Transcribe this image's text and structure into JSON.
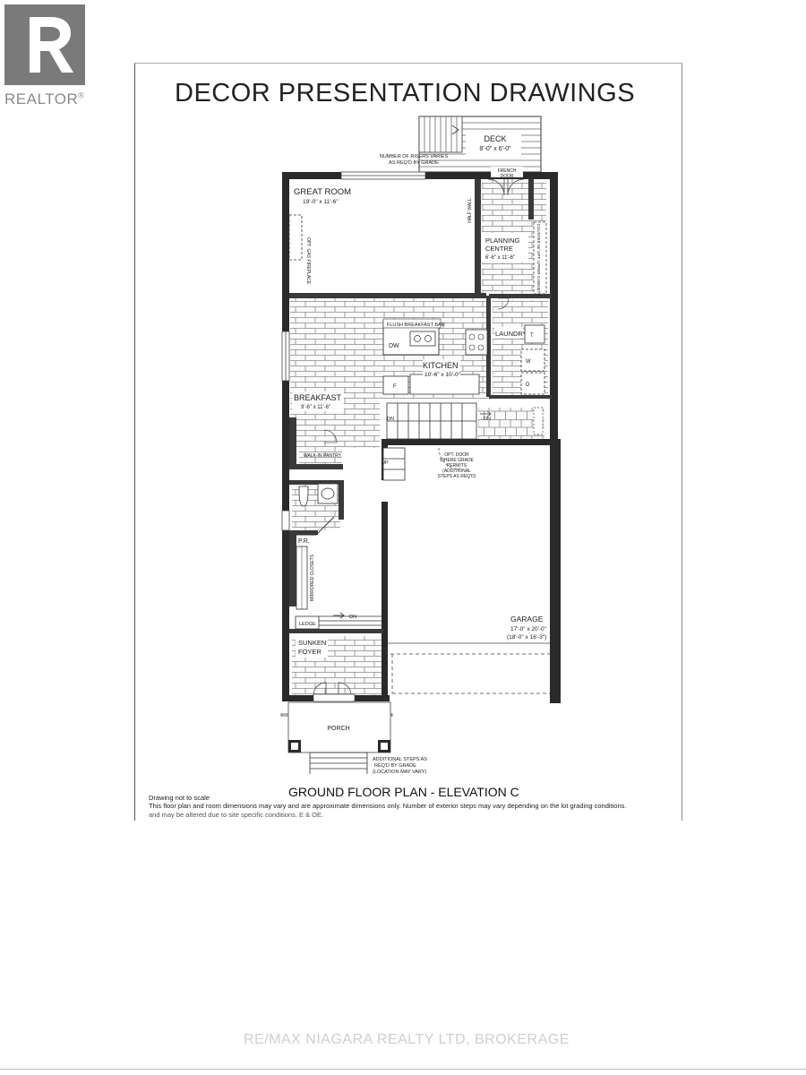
{
  "brand": {
    "logo_text": "REALTOR",
    "trademark": "®"
  },
  "drawing": {
    "title": "DECOR PRESENTATION DRAWINGS",
    "plan_title": "GROUND FLOOR PLAN - ELEVATION C",
    "scale_note": "Drawing not to scale",
    "disclaimer": "This floor plan and room dimensions may vary and are approximate dimensions only.  Number of exterior steps may vary depending on the lot grading conditions.",
    "disclaimer_2": "and may be altered due to site specific conditions. E & OE."
  },
  "rooms": {
    "deck": {
      "name": "DECK",
      "dims": "8'-0\" x 6'-0\""
    },
    "risers_note_1": "NUMBER OF RISERS VARIES",
    "risers_note_2": "AS REQ'D BY GRADE",
    "french_door": "FRENCH",
    "french_door_2": "DOOR",
    "great_room": {
      "name": "GREAT ROOM",
      "dims": "19'-0\" x 11'-6\""
    },
    "fireplace": "OPT. GAS FIREPLACE",
    "half_wall": "HALF WALL",
    "planning_centre": {
      "name": "PLANNING",
      "name_2": "CENTRE",
      "dims": "6'-6\" x 11'-6\""
    },
    "upper_cabinets": "COUNTER W/ OPT. UPPER CABINETS",
    "breakfast_bar": "FLUSH BREAKFAST BAR",
    "dw": "DW",
    "kitchen": {
      "name": "KITCHEN",
      "dims": "10'-6\" x 10'-0\""
    },
    "fridge": "F",
    "laundry": {
      "name": "LAUNDRY",
      "t": "T",
      "w": "W",
      "d": "D"
    },
    "breakfast": {
      "name": "BREAKFAST",
      "dims": "9'-6\" x 11'-6\""
    },
    "dn_1": "DN",
    "dn_2": "DN",
    "dn_3": "DN",
    "up": "UP",
    "walkin_pantry": "WALK-IN PANTRY",
    "opt_door_1": "OPT. DOOR",
    "opt_door_2": "WHERE GRADE",
    "opt_door_3": "PERMITS",
    "opt_door_4": "(ADDITIONAL",
    "opt_door_5": "STEPS AS REQ'D)",
    "pr": "P.R.",
    "mirrored_closets": "MIRRORED CLOSETS",
    "ledge": "LEDGE",
    "garage": {
      "name": "GARAGE",
      "dims": "17'-0\" x 20'-0\"",
      "dims_2": "(18'-0\" x 16'-3\")"
    },
    "sunken_foyer": {
      "name": "SUNKEN",
      "name_2": "FOYER"
    },
    "porch": "PORCH",
    "steps_note_1": "ADDITIONAL STEPS AS",
    "steps_note_2": "REQ'D BY GRADE",
    "steps_note_3": "(LOCATION MAY VARY)"
  },
  "watermark": "RE/MAX NIAGARA REALTY LTD, BROKERAGE"
}
